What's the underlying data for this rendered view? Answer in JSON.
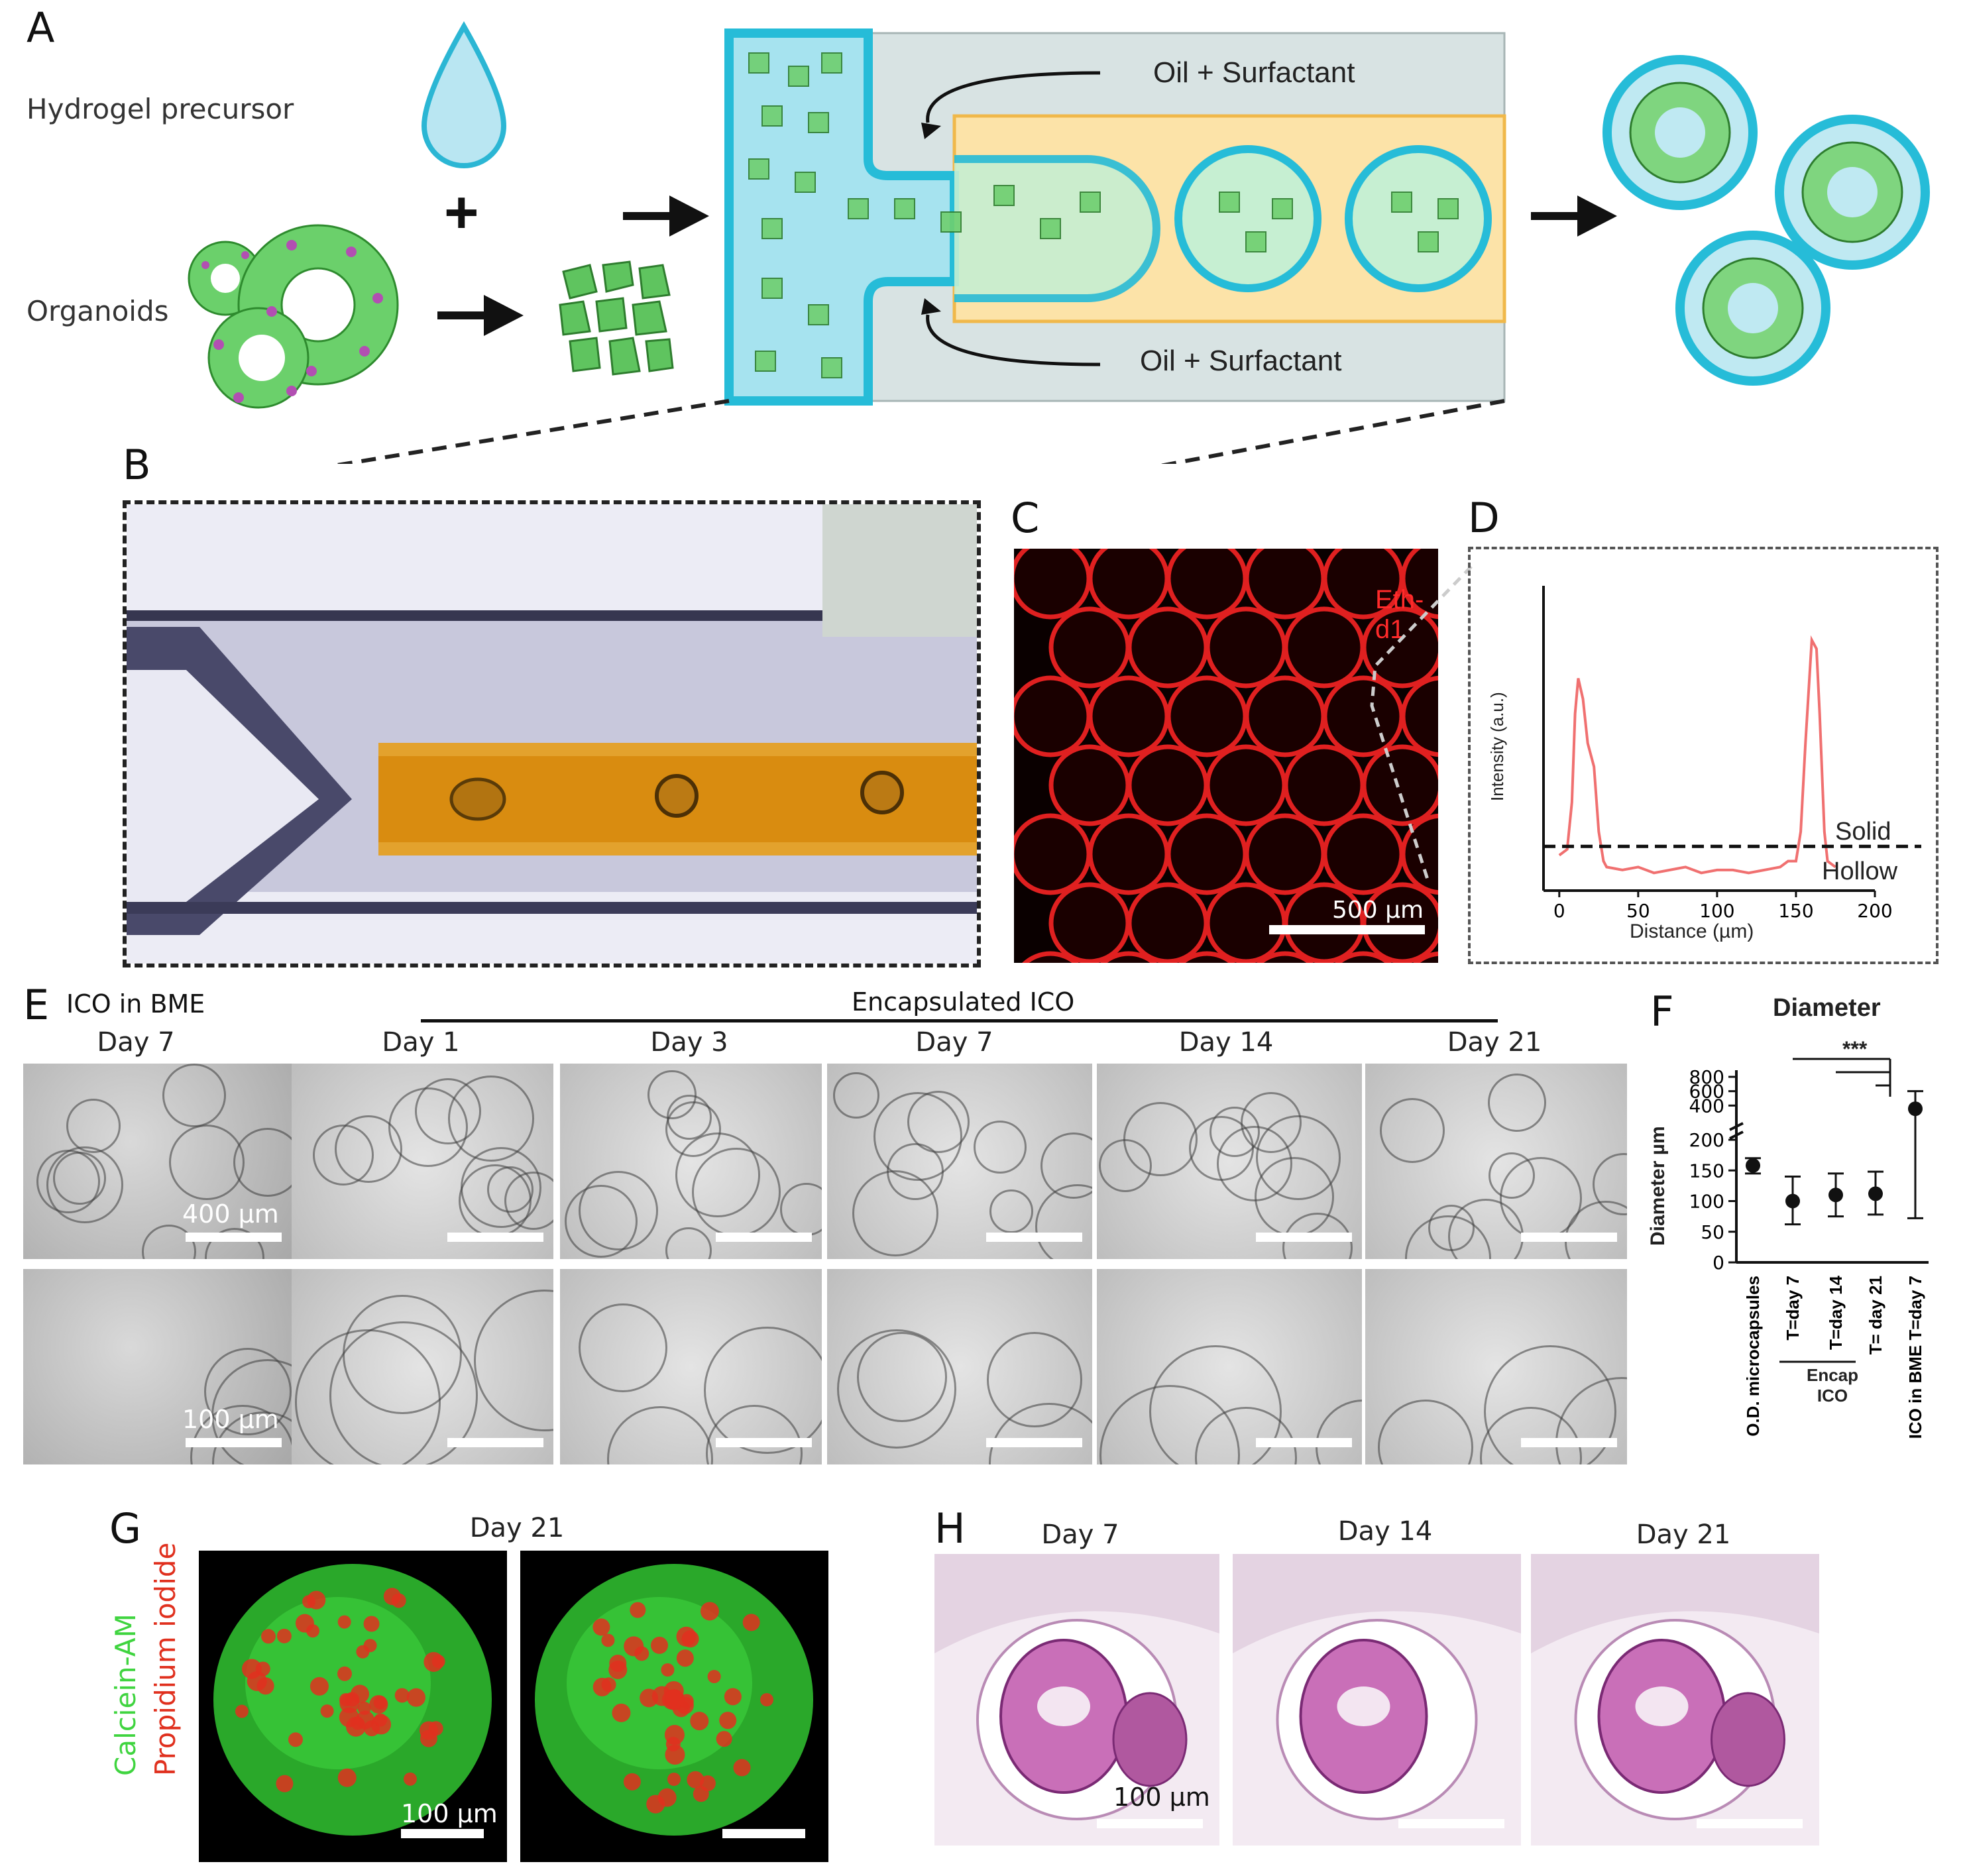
{
  "panel_letters": {
    "a": "A",
    "b": "B",
    "c": "C",
    "d": "D",
    "e": "E",
    "f": "F",
    "g": "G",
    "h": "H"
  },
  "panelA": {
    "hydrogel_label": "Hydrogel precursor",
    "organoids_label": "Organoids",
    "plus": "+",
    "oil_top": "Oil + Surfactant",
    "oil_bottom": "Oil + Surfactant"
  },
  "panelC": {
    "stain_label": "Eth-d1",
    "scale": "500 µm"
  },
  "panelD": {
    "chart_data": {
      "type": "line",
      "xlabel": "Distance (µm)",
      "ylabel": "Intensity (a.u.)",
      "x_ticks": [
        "0",
        "50",
        "100",
        "150",
        "200"
      ],
      "xlim": [
        -10,
        200
      ],
      "threshold_labels": [
        "Solid",
        "Hollow"
      ],
      "series": [
        {
          "x": [
            0,
            5,
            8,
            10,
            12,
            15,
            18,
            22,
            25,
            28,
            30,
            40,
            50,
            60,
            70,
            80,
            90,
            100,
            110,
            120,
            130,
            140,
            145,
            150,
            153,
            156,
            160,
            163,
            165,
            168,
            170,
            175
          ],
          "y": [
            0.12,
            0.14,
            0.3,
            0.6,
            0.72,
            0.65,
            0.5,
            0.42,
            0.2,
            0.1,
            0.08,
            0.07,
            0.08,
            0.06,
            0.07,
            0.08,
            0.06,
            0.07,
            0.07,
            0.06,
            0.07,
            0.08,
            0.1,
            0.1,
            0.2,
            0.5,
            0.85,
            0.82,
            0.6,
            0.2,
            0.1,
            0.08
          ]
        }
      ],
      "threshold_y": 0.15,
      "color": "#f07070"
    }
  },
  "panelE": {
    "ico_bme_label": "ICO in BME",
    "encap_label": "Encapsulated ICO",
    "days": [
      "Day 7",
      "Day 1",
      "Day 3",
      "Day 7",
      "Day 14",
      "Day 21"
    ],
    "scale_top": "400 µm",
    "scale_bottom": "100 µm"
  },
  "panelF": {
    "chart_data": {
      "type": "scatter",
      "title": "Diameter",
      "ylabel": "Diameter µm",
      "y_ticks_lower": [
        "0",
        "50",
        "100",
        "150",
        "200"
      ],
      "y_ticks_upper": [
        "400",
        "600",
        "800"
      ],
      "categories": [
        "O.D. microcapsules",
        "T=day 7",
        "T=day 14",
        "T= day 21",
        "ICO in BME T=day 7"
      ],
      "values": [
        158,
        100,
        110,
        112,
        355
      ],
      "err_low": [
        145,
        62,
        75,
        78,
        72
      ],
      "err_high": [
        170,
        140,
        145,
        148,
        600
      ],
      "significance": "***",
      "group_label": "Encap ICO"
    }
  },
  "panelG": {
    "day": "Day 21",
    "stain_green": "Calciein-AM",
    "stain_red": "Propidium iodide",
    "scale": "100 µm",
    "colors": {
      "green": "#3fd43f",
      "red": "#e0301e"
    }
  },
  "panelH": {
    "days": [
      "Day 7",
      "Day 14",
      "Day 21"
    ],
    "scale": "100 µm"
  }
}
